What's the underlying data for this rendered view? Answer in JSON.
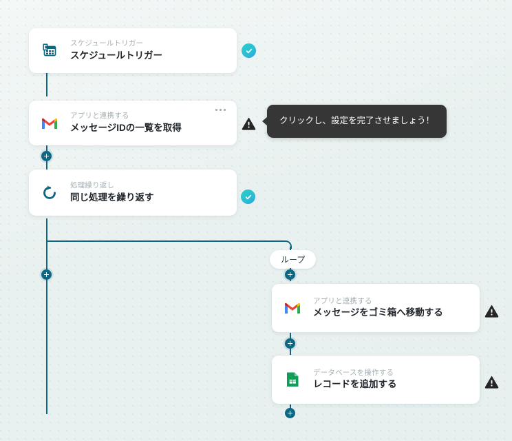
{
  "canvas": {
    "background_color": "#eaf2f1",
    "grid_dot_color": "#dfe8e6",
    "connector_color": "#0d6682"
  },
  "loop_label": "ループ",
  "tooltip": {
    "text": "クリックし、設定を完了させましょう！",
    "background_color": "#363636"
  },
  "status": {
    "check_color": "#2bbfd4",
    "warning_color": "#262626"
  },
  "nodes": [
    {
      "id": "schedule-trigger",
      "subtitle": "スケジュールトリガー",
      "title": "スケジュールトリガー",
      "icon": "schedule-calendar-icon",
      "status": "check"
    },
    {
      "id": "gmail-get-message-ids",
      "subtitle": "アプリと連携する",
      "title": "メッセージIDの一覧を取得",
      "icon": "gmail-icon",
      "status": "warning",
      "has_menu": true
    },
    {
      "id": "loop-repeat",
      "subtitle": "処理繰り返し",
      "title": "同じ処理を繰り返す",
      "icon": "loop-refresh-icon",
      "status": "check"
    },
    {
      "id": "gmail-move-to-trash",
      "subtitle": "アプリと連携する",
      "title": "メッセージをゴミ箱へ移動する",
      "icon": "gmail-icon",
      "status": "warning"
    },
    {
      "id": "sheets-add-record",
      "subtitle": "データベースを操作する",
      "title": "レコードを追加する",
      "icon": "google-sheets-icon",
      "status": "warning"
    }
  ]
}
